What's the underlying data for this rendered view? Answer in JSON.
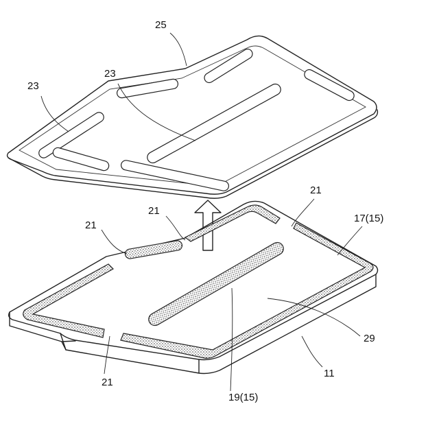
{
  "figure": {
    "labels": {
      "upper_member": "25",
      "groove_left": "23",
      "groove_center": "23",
      "seal_upper_left": "21",
      "seal_upper_mid": "21",
      "seal_right": "21",
      "seal_bottom": "21",
      "outer_seal": "17(15)",
      "inner_seal": "19(15)",
      "surface": "29",
      "base_member": "11"
    }
  }
}
